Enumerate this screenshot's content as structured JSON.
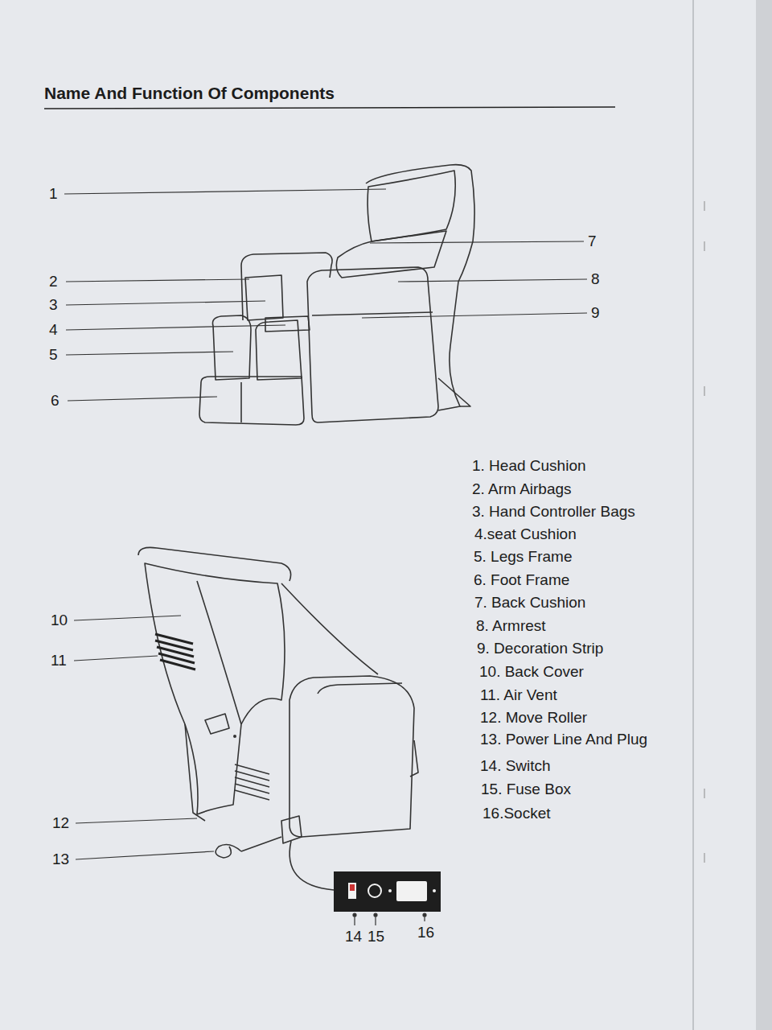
{
  "diagram": {
    "title": "Name And Function Of Components",
    "labels": [
      "1",
      "2",
      "3",
      "4",
      "5",
      "6",
      "7",
      "8",
      "9",
      "10",
      "11",
      "12",
      "13",
      "14",
      "15",
      "16",
      "1. Head Cushion",
      "2. Arm Airbags",
      "3. Hand Controller Bags",
      "4.seat Cushion",
      "5. Legs Frame",
      "6. Foot Frame",
      "7. Back Cushion",
      "8. Armrest",
      "9. Decoration Strip",
      "10. Back Cover",
      "11. Air Vent",
      "12. Move Roller",
      "13. Power Line And Plug",
      "14. Switch",
      "15. Fuse Box",
      "16.Socket"
    ]
  }
}
